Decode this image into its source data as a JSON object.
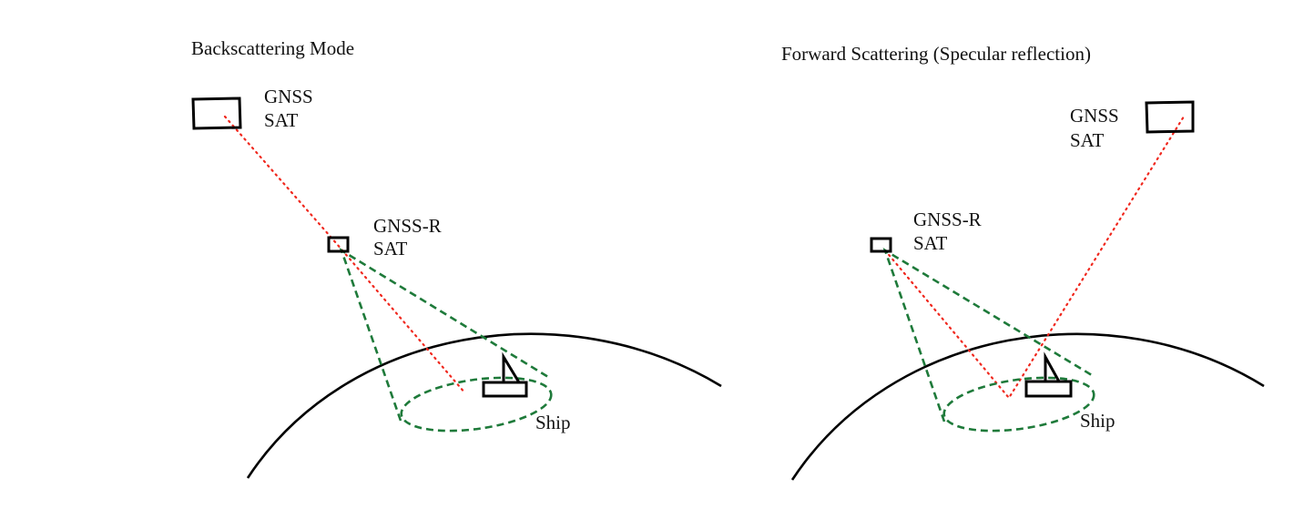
{
  "panels": [
    {
      "title": "Backscattering Mode",
      "transmitter_label": [
        "GNSS",
        "SAT"
      ],
      "receiver_label": [
        "GNSS-R",
        "SAT"
      ],
      "target_label": "Ship"
    },
    {
      "title": "Forward Scattering (Specular reflection)",
      "transmitter_label": [
        "GNSS",
        "SAT"
      ],
      "receiver_label": [
        "GNSS-R",
        "SAT"
      ],
      "target_label": "Ship"
    }
  ],
  "colors": {
    "signal_path": "#f0281e",
    "receiver_footprint": "#1e7a3a",
    "outline": "#000000"
  }
}
